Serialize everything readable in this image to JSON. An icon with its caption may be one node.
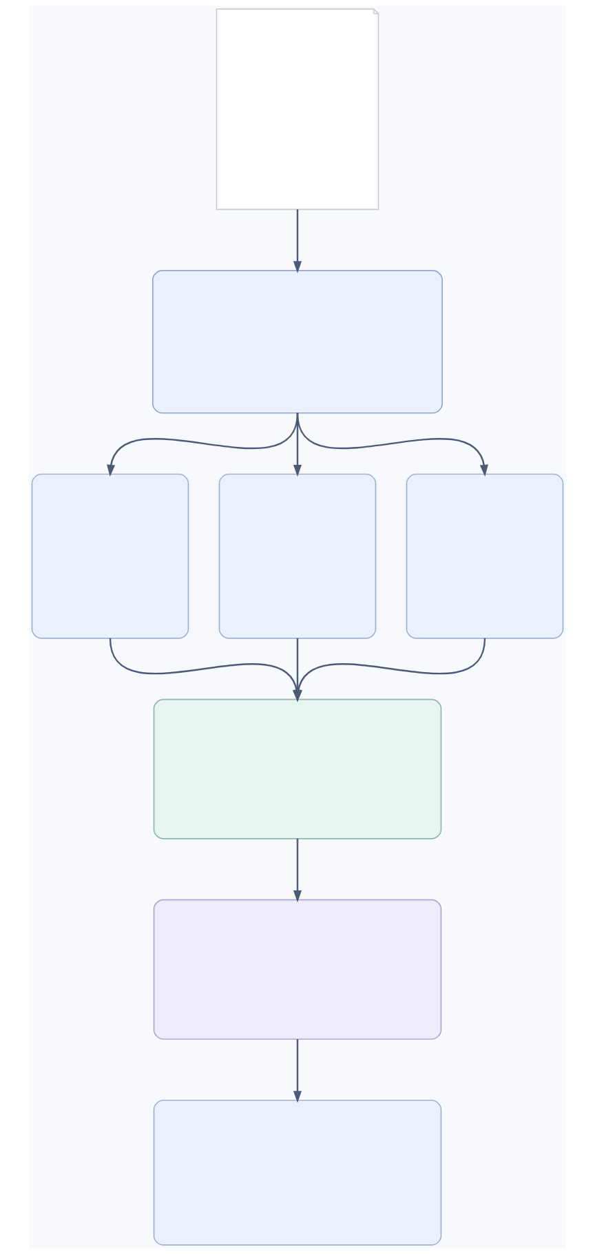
{
  "diagram": {
    "nodes": [
      {
        "text": [],
        "shape": "picture"
      },
      {
        "text": [],
        "shape": "box"
      },
      {
        "text": [],
        "shape": "box"
      },
      {
        "text": [],
        "shape": "box"
      },
      {
        "text": [],
        "shape": "box"
      },
      {
        "text": [],
        "shape": "box"
      },
      {
        "text": [],
        "shape": "box"
      },
      {
        "text": [],
        "shape": "box"
      }
    ],
    "edges": [
      {
        "from": 0,
        "to": 1,
        "arrow": "to"
      },
      {
        "from": 1,
        "to": 2,
        "arrow": "to"
      },
      {
        "from": 1,
        "to": 3,
        "arrow": "to"
      },
      {
        "from": 1,
        "to": 4,
        "arrow": "to"
      },
      {
        "from": 2,
        "to": 5,
        "arrow": "to"
      },
      {
        "from": 3,
        "to": 5,
        "arrow": "to"
      },
      {
        "from": 4,
        "to": 5,
        "arrow": "to"
      },
      {
        "from": 5,
        "to": 6,
        "arrow": "to"
      },
      {
        "from": 6,
        "to": 7,
        "arrow": "to"
      }
    ]
  }
}
